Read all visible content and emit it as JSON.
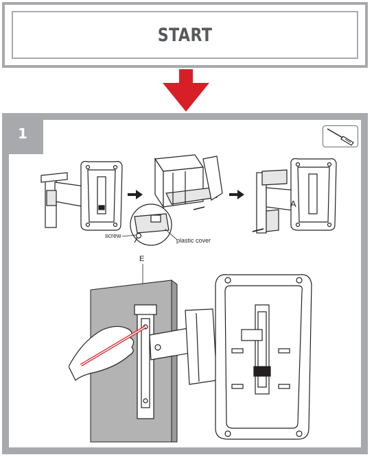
{
  "header": {
    "title": "START"
  },
  "step": {
    "number": "1"
  },
  "tool": {
    "icon": "screwdriver-icon"
  },
  "labels": {
    "screw": "screw",
    "plastic_cover": "plastic cover",
    "part_a": "A",
    "part_e": "E"
  },
  "colors": {
    "frame_gray": "#a7a9ac",
    "arrow_red": "#d71f27",
    "line_dark": "#231f20",
    "wall_gray": "#b3b3b3"
  }
}
